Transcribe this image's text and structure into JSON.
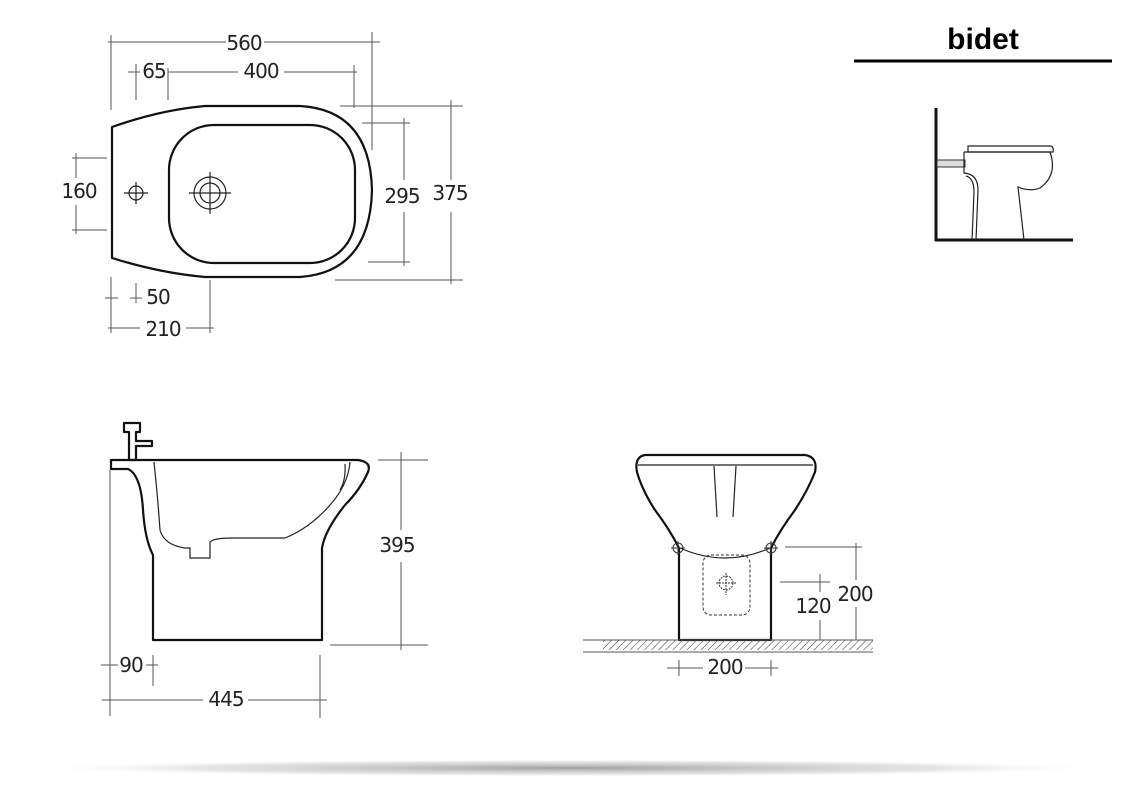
{
  "title": "bidet",
  "plan_view": {
    "overall_length": "560",
    "tap_offset": "65",
    "bowl_length": "400",
    "fixing_spacing": "160",
    "bowl_width": "295",
    "overall_width": "375",
    "fixing_offset": "50",
    "drain_offset": "210"
  },
  "side_view": {
    "height": "395",
    "rear_offset": "90",
    "base_length": "445"
  },
  "front_view": {
    "base_width": "200",
    "drain_height": "120",
    "fixing_height": "200"
  }
}
